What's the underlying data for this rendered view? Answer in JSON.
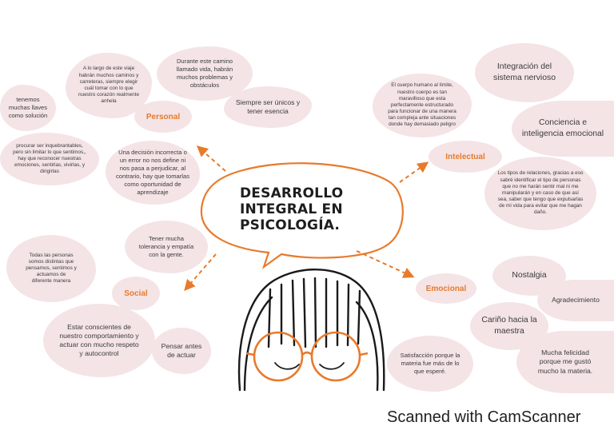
{
  "title": [
    "DESARROLLO",
    "INTEGRAL EN",
    "PSICOLOGÍA."
  ],
  "categories": {
    "personal": "Personal",
    "intelectual": "Intelectual",
    "social": "Social",
    "emocional": "Emocional"
  },
  "personal": {
    "n1": [
      "A lo largo de este viaje",
      "habrán muchos caminos y",
      "carreteras, siempre elegir",
      "cuál tomar con lo que",
      "nuestro corazón realmente",
      "anhela"
    ],
    "n2": [
      "Durante este camino",
      "llamado vida, habrán",
      "muchos problemas y",
      "obstáculos"
    ],
    "n3": [
      "tenemos",
      "muchas llaves",
      "como solución"
    ],
    "n4": [
      "Siempre ser únicos y",
      "tener esencia"
    ],
    "n5": [
      "procurar ser inquebrantables,",
      "pero sin limitar lo que sentimos,,",
      "hay que reconocer nuestras",
      "emociones, sentirlas, vivirlas, y",
      "dirigirlas"
    ],
    "n6": [
      "Una decisión incorrecta o",
      "un error no nos define ni",
      "nos pasa a perjudicar, al",
      "contrario, hay que tomarlas",
      "como oportunidad de",
      "aprendizaje"
    ]
  },
  "intelectual": {
    "n1": [
      "El cuerpo humano al límite,",
      "nuestro cuerpo es tan",
      "maravilloso que esta",
      "perfectamente estructurado",
      "para funcionar de una manera",
      "tan compleja ante situaciones",
      "donde hay demasiado peligro"
    ],
    "n2": [
      "Integración del",
      "sistema nervioso"
    ],
    "n3": [
      "Conciencia e",
      "inteligencia emocional"
    ],
    "n4": [
      "Los tipos de relaciones, gracias a eso",
      "sabré identificar el tipo de personas",
      "que no me harán sentir mal ni me",
      "manipularán y en caso de que así",
      "sea, saber que tengo que expulsarlas",
      "de mi vida para evitar que me hagan",
      "daño."
    ]
  },
  "social": {
    "n1": [
      "Tener mucha",
      "tolerancia y empatía",
      "con la gente."
    ],
    "n2": [
      "Todas las personas",
      "somos distintas que",
      "pensamos, sentimos y",
      "actuamos de",
      "diferente manera"
    ],
    "n3": [
      "Estar conscientes de",
      "nuestro comportamiento y",
      "actuar con mucho respeto",
      "y autocontrol"
    ],
    "n4": [
      "Pensar antes",
      "de actuar"
    ]
  },
  "emocional": {
    "n1": [
      "Nostalgia"
    ],
    "n2": [
      "Agradecimiento"
    ],
    "n3": [
      "Cariño hacia la",
      "maestra"
    ],
    "n4": [
      "Satisfacción porque la",
      "materia fue más de lo",
      "que esperé."
    ],
    "n5": [
      "Mucha felicidad",
      "porque me gustó",
      "mucho la materia."
    ]
  },
  "footer": "Scanned with CamScanner",
  "colors": {
    "accent": "#e87a2c",
    "blob": "#f4e4e6",
    "ink": "#1e1e1e"
  }
}
